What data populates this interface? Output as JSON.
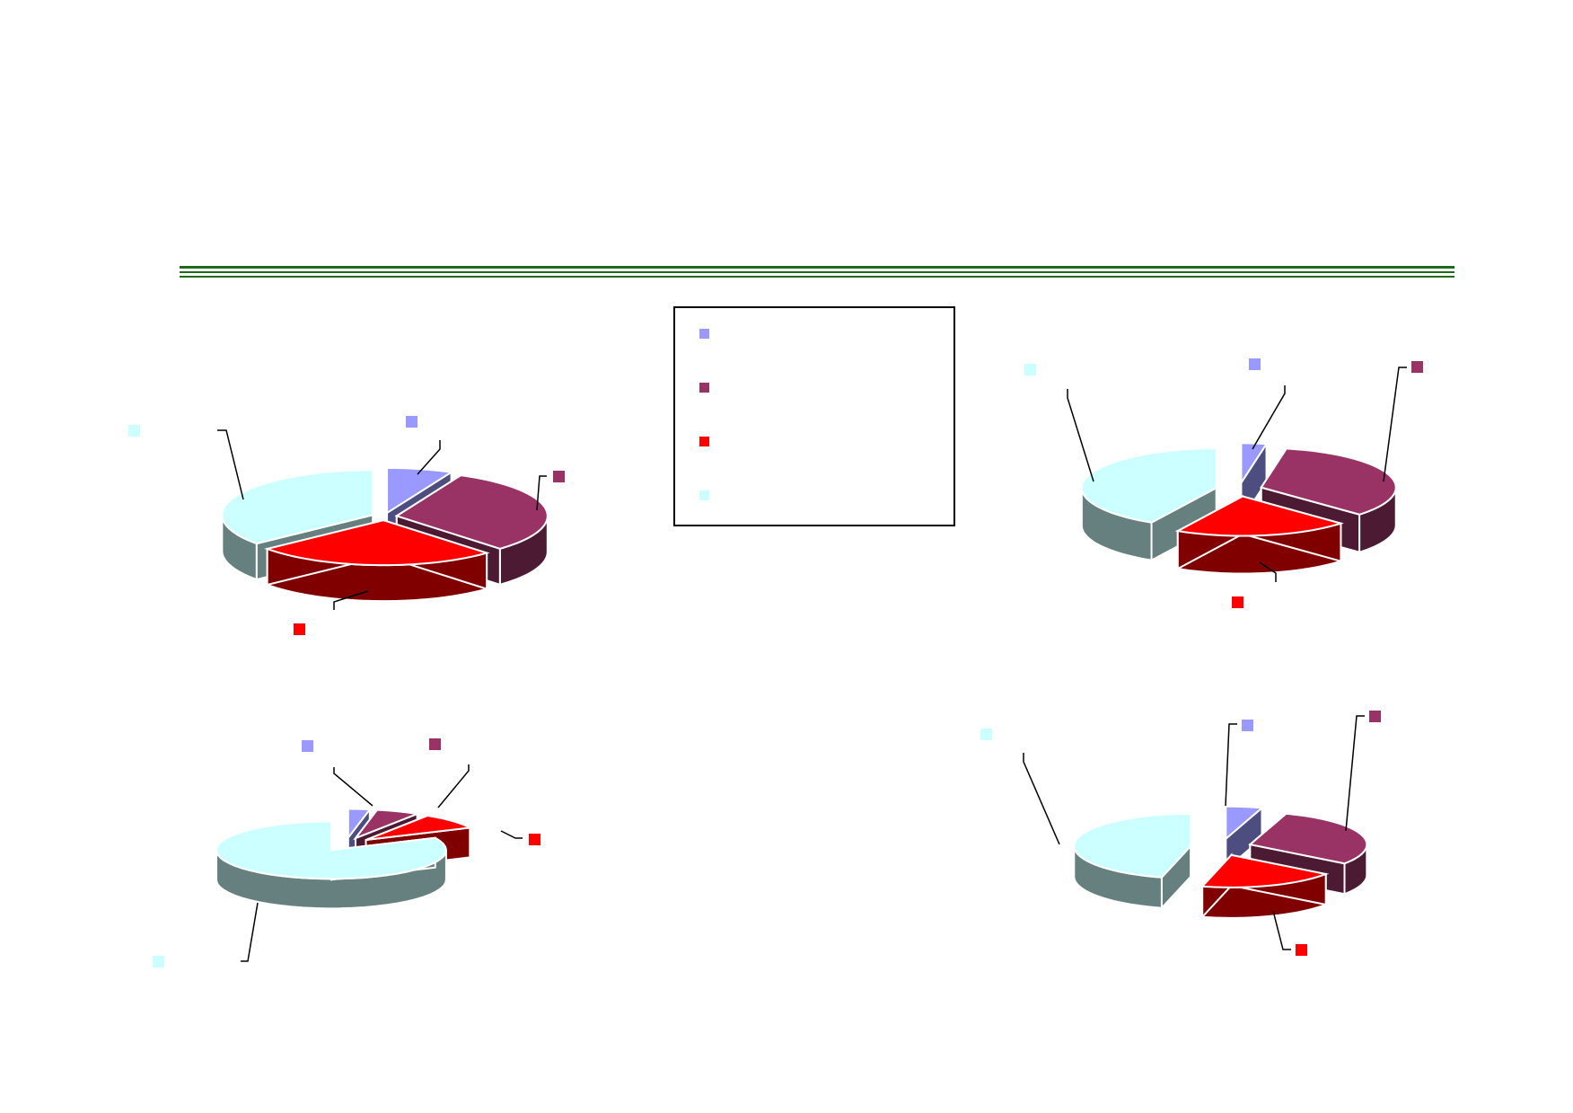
{
  "colors": {
    "rule": "#1e6b1e",
    "series": [
      "#9999ff",
      "#993366",
      "#ff0000",
      "#ccffff"
    ],
    "series_side": [
      "#4d4d80",
      "#4d1a33",
      "#800000",
      "#668080"
    ]
  },
  "legend": {
    "swatches": [
      "#9999ff",
      "#993366",
      "#ff0000",
      "#ccffff"
    ]
  },
  "chart_data": [
    {
      "type": "pie",
      "title": "",
      "slices": [
        {
          "color": "#9999ff",
          "value": 7
        },
        {
          "color": "#993366",
          "value": 31
        },
        {
          "color": "#ff0000",
          "value": 26
        },
        {
          "color": "#ccffff",
          "value": 36
        }
      ],
      "exploded": true
    },
    {
      "type": "pie",
      "title": "",
      "slices": [
        {
          "color": "#9999ff",
          "value": 3
        },
        {
          "color": "#993366",
          "value": 34
        },
        {
          "color": "#ff0000",
          "value": 21
        },
        {
          "color": "#ccffff",
          "value": 42
        }
      ],
      "exploded": true
    },
    {
      "type": "pie",
      "title": "",
      "slices": [
        {
          "color": "#9999ff",
          "value": 3
        },
        {
          "color": "#993366",
          "value": 6
        },
        {
          "color": "#ff0000",
          "value": 9
        },
        {
          "color": "#ccffff",
          "value": 82
        }
      ],
      "exploded": true
    },
    {
      "type": "pie",
      "title": "",
      "slices": [
        {
          "color": "#9999ff",
          "value": 5
        },
        {
          "color": "#993366",
          "value": 30
        },
        {
          "color": "#ff0000",
          "value": 19
        },
        {
          "color": "#ccffff",
          "value": 46
        }
      ],
      "exploded": true
    }
  ]
}
